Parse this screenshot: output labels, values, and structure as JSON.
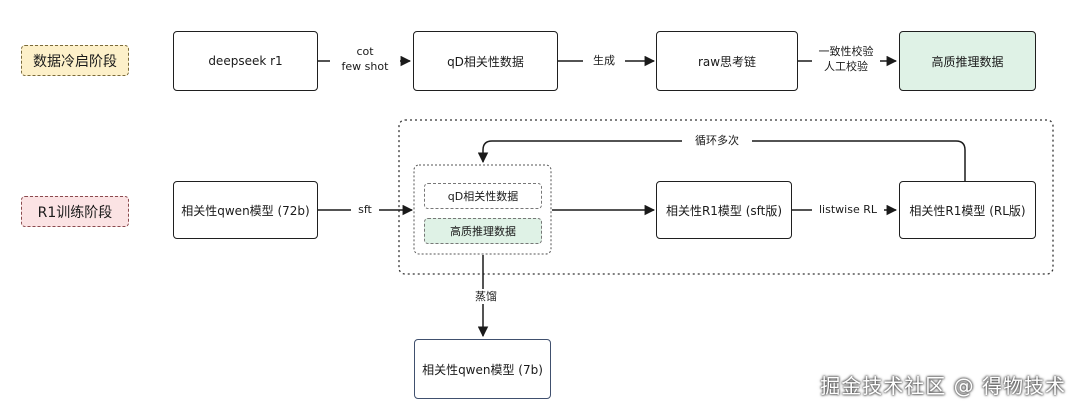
{
  "stages": {
    "cold_start": "数据冷启阶段",
    "r1_training": "R1训练阶段"
  },
  "nodes": {
    "deepseek_r1": "deepseek r1",
    "qd_data_top": "qD相关性数据",
    "raw_chain": "raw思考链",
    "hq_data_top": "高质推理数据",
    "qwen72b": "相关性qwen模型 (72b)",
    "qd_data_inner": "qD相关性数据",
    "hq_data_inner": "高质推理数据",
    "r1_sft": "相关性R1模型 (sft版)",
    "r1_rl": "相关性R1模型 (RL版)",
    "qwen7b": "相关性qwen模型 (7b)"
  },
  "edge_labels": {
    "cot": "cot",
    "few_shot": "few shot",
    "generate": "生成",
    "consistency_check": "一致性校验",
    "manual_check": "人工校验",
    "sft": "sft",
    "listwise_rl": "listwise RL",
    "loop_multiple": "循环多次",
    "distill": "蒸馏"
  },
  "watermark": "掘金技术社区 @ 得物技术"
}
